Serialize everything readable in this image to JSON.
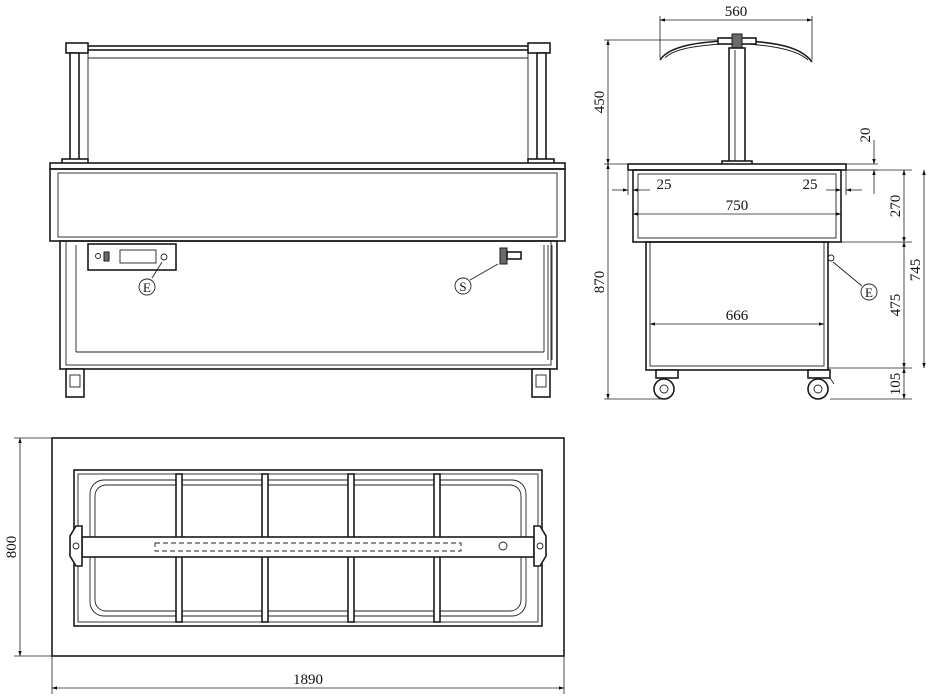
{
  "dimensions": {
    "top_width": "560",
    "glass_height": "450",
    "top_thickness": "20",
    "overhang_left": "25",
    "overhang_right": "25",
    "top_depth": "750",
    "total_height": "870",
    "upper_box_height": "270",
    "body_height": "745",
    "base_width": "666",
    "cabinet_height": "475",
    "wheel_height": "105",
    "depth": "800",
    "length": "1890"
  },
  "labels": {
    "electric_front": "E",
    "electric_side": "E",
    "switch": "S"
  }
}
